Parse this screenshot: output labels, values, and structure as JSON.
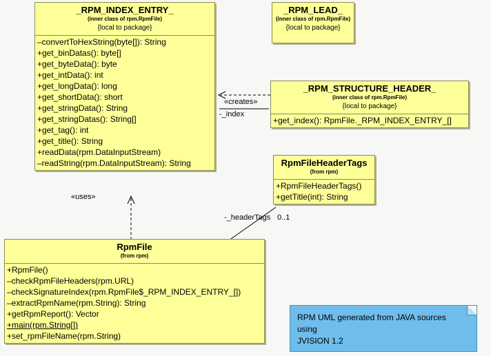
{
  "diagram": {
    "title": "RPM UML class diagram",
    "background_color": "#f7f7f5",
    "class_fill_color": "#ffff99",
    "class_border_color": "#8a8a52",
    "note_fill_color": "#6fbdec"
  },
  "classes": {
    "index_entry": {
      "name": "_RPM_INDEX_ENTRY_",
      "stereotype": "(inner class of rpm.RpmFile)",
      "visibility_note": "{local to package}",
      "members": [
        {
          "text": "–convertToHexString(byte[]): String",
          "static": false
        },
        {
          "text": "+get_binDatas(): byte[]",
          "static": false
        },
        {
          "text": "+get_byteData(): byte",
          "static": false
        },
        {
          "text": "+get_intData(): int",
          "static": false
        },
        {
          "text": "+get_longData(): long",
          "static": false
        },
        {
          "text": "+get_shortData(): short",
          "static": false
        },
        {
          "text": "+get_stringData(): String",
          "static": false
        },
        {
          "text": "+get_stringDatas(): String[]",
          "static": false
        },
        {
          "text": "+get_tag(): int",
          "static": false
        },
        {
          "text": "+get_title(): String",
          "static": false
        },
        {
          "text": "+readData(rpm.DataInputStream)",
          "static": false
        },
        {
          "text": "–readString(rpm.DataInputStream): String",
          "static": false
        }
      ]
    },
    "rpm_lead": {
      "name": "_RPM_LEAD_",
      "stereotype": "(inner class of rpm.RpmFile)",
      "visibility_note": "{local to package}",
      "members": []
    },
    "structure_header": {
      "name": "_RPM_STRUCTURE_HEADER_",
      "stereotype": "(inner class of rpm.RpmFile)",
      "visibility_note": "{local to package}",
      "members": [
        {
          "text": "+get_index(): RpmFile._RPM_INDEX_ENTRY_[]",
          "static": false
        }
      ]
    },
    "header_tags": {
      "name": "RpmFileHeaderTags",
      "stereotype": "(from rpm)",
      "visibility_note": "",
      "members": [
        {
          "text": "+RpmFileHeaderTags()",
          "static": false
        },
        {
          "text": "+getTitle(int): String",
          "static": false
        }
      ]
    },
    "rpm_file": {
      "name": "RpmFile",
      "stereotype": "(from rpm)",
      "visibility_note": "",
      "members": [
        {
          "text": "+RpmFile()",
          "static": false
        },
        {
          "text": "–checkRpmFileHeaders(rpm.URL)",
          "static": false
        },
        {
          "text": "–checkSignatureIndex(rpm.RpmFile$_RPM_INDEX_ENTRY_[])",
          "static": false
        },
        {
          "text": "–extractRpmName(rpm.String): String",
          "static": false
        },
        {
          "text": "+getRpmReport(): Vector",
          "static": false
        },
        {
          "text": "+main(rpm.String[])",
          "static": true
        },
        {
          "text": "+set_rpmFileName(rpm.String)",
          "static": false
        }
      ]
    }
  },
  "edges": {
    "creates_stereotype": "«creates»",
    "creates_role": "-_index",
    "uses_stereotype": "«uses»",
    "header_tags_role": "-_headerTags",
    "header_tags_multiplicity": "0..1"
  },
  "note": {
    "line1": "RPM UML generated from JAVA sources using",
    "line2": "JVISION 1.2"
  }
}
